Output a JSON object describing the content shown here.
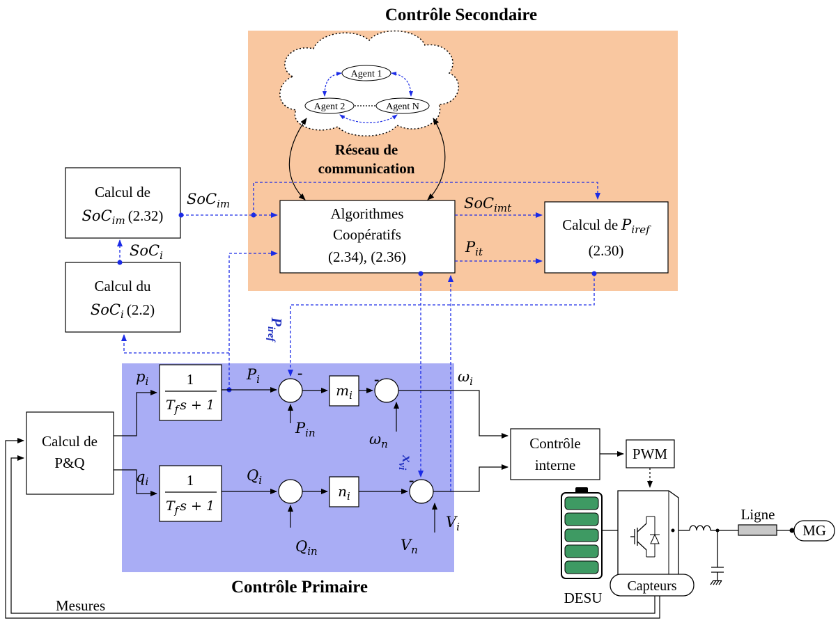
{
  "titles": {
    "secondary": "Contrôle Secondaire",
    "primary": "Contrôle Primaire"
  },
  "colors": {
    "secondary_bg": "#f9c7a0",
    "primary_bg": "#a9adf5",
    "signal_blue": "#1b2be6",
    "battery_green": "#3e9a63",
    "line_gray": "#c8c8c8"
  },
  "network": {
    "agents": [
      "Agent 1",
      "Agent 2",
      "Agent N"
    ],
    "label_line1": "Réseau de",
    "label_line2": "communication"
  },
  "blocks": {
    "calc_socim": {
      "line1": "Calcul de",
      "var": "SoC",
      "sub": "im",
      "ref": "(2.32)"
    },
    "calc_soci": {
      "line1": "Calcul du",
      "var": "SoC",
      "sub": "i",
      "ref": "(2.2)"
    },
    "algorithmes": {
      "line1": "Algorithmes",
      "line2": "Coopératifs",
      "line3": "(2.34), (2.36)"
    },
    "calc_piref": {
      "line1": "Calcul de",
      "var": "P",
      "sub": "iref",
      "ref": "(2.30)"
    },
    "calc_pq": {
      "line1": "Calcul de",
      "line2": "P&Q"
    },
    "filter_num": "1",
    "filter_den_a": "T",
    "filter_den_sub": "f",
    "filter_den_b": "s + 1",
    "gain_m": {
      "var": "m",
      "sub": "i"
    },
    "gain_n": {
      "var": "n",
      "sub": "i"
    },
    "controle_interne": {
      "line1": "Contrôle",
      "line2": "interne"
    },
    "pwm": "PWM"
  },
  "signals": {
    "socim": {
      "var": "SoC",
      "sub": "im"
    },
    "soci": {
      "var": "SoC",
      "sub": "i"
    },
    "socimt": {
      "var": "SoC",
      "sub": "imt"
    },
    "pit": {
      "var": "P",
      "sub": "it"
    },
    "piref": {
      "var": "P",
      "sub": "iref"
    },
    "xvi": {
      "var": "x",
      "sub": "vi"
    },
    "pi_lower": {
      "var": "p",
      "sub": "i"
    },
    "qi_lower": {
      "var": "q",
      "sub": "i"
    },
    "pi_upper": {
      "var": "P",
      "sub": "i"
    },
    "qi_upper": {
      "var": "Q",
      "sub": "i"
    },
    "pin": {
      "var": "P",
      "sub": "in"
    },
    "qin": {
      "var": "Q",
      "sub": "in"
    },
    "omega_i": {
      "var": "ω",
      "sub": "i"
    },
    "omega_n": {
      "var": "ω",
      "sub": "n"
    },
    "vi": {
      "var": "V",
      "sub": "i"
    },
    "vn": {
      "var": "V",
      "sub": "n"
    },
    "minus": "-"
  },
  "hardware": {
    "desu": "DESU",
    "ligne": "Ligne",
    "mg": "MG",
    "capteurs": "Capteurs",
    "mesures": "Mesures"
  }
}
